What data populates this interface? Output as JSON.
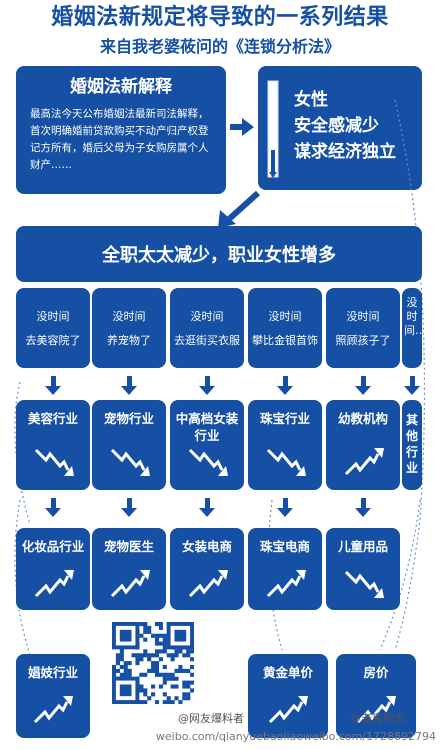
{
  "header": {
    "title": "婚姻法新规定将导致的一系列结果",
    "subtitle": "来自我老婆莜问的《连锁分析法》"
  },
  "interpretation": {
    "heading": "婚姻法新解释",
    "body": "最高法今天公布婚姻法最新司法解释，首次明确婚前贷款购买不动产归产权登记方所有，婚后父母为子女购房属个人财产……"
  },
  "women": {
    "line1": "女性",
    "line2": "安全感减少",
    "line3": "谋求经济独立"
  },
  "banner": "全职太太减少，职业女性增多",
  "no_time": [
    {
      "line1": "没时间",
      "line2": "去美容院了"
    },
    {
      "line1": "没时间",
      "line2": "养宠物了"
    },
    {
      "line1": "没时间",
      "line2": "去逛街买衣服"
    },
    {
      "line1": "没时间",
      "line2": "攀比金银首饰"
    },
    {
      "line1": "没时间",
      "line2": "照顾孩子了"
    },
    {
      "line1": "没时间…"
    }
  ],
  "industries_down": [
    {
      "label": "美容行业",
      "trend": "down"
    },
    {
      "label": "宠物行业",
      "trend": "down"
    },
    {
      "label": "中高档女装行业",
      "trend": "down"
    },
    {
      "label": "珠宝行业",
      "trend": "down"
    },
    {
      "label": "幼教机构",
      "trend": "up"
    },
    {
      "label": "其他行业"
    }
  ],
  "industries_second": [
    {
      "label": "化妆品行业",
      "trend": "up"
    },
    {
      "label": "宠物医生",
      "trend": "up"
    },
    {
      "label": "女装电商",
      "trend": "up"
    },
    {
      "label": "珠宝电商",
      "trend": "up"
    },
    {
      "label": "儿童用品",
      "trend": "down"
    }
  ],
  "industries_bottom": [
    {
      "label": "娼妓行业",
      "trend": "up"
    },
    {
      "label": "黄金单价",
      "trend": "up"
    },
    {
      "label": "房价",
      "trend": "up"
    }
  ],
  "watermark": {
    "left": "@网友爆料者",
    "right": "@老鬼阿宏",
    "url": "weibo.com/qianyuebaoliaoweibo.com/1728892794"
  },
  "colors": {
    "primary": "#1550a5",
    "dark": "#0f3f88",
    "background": "#ffffff"
  },
  "icons": [
    "trend-down-icon",
    "trend-up-icon",
    "arrow-right-icon",
    "arrow-down-icon",
    "qr-code-icon",
    "thermometer-icon"
  ]
}
